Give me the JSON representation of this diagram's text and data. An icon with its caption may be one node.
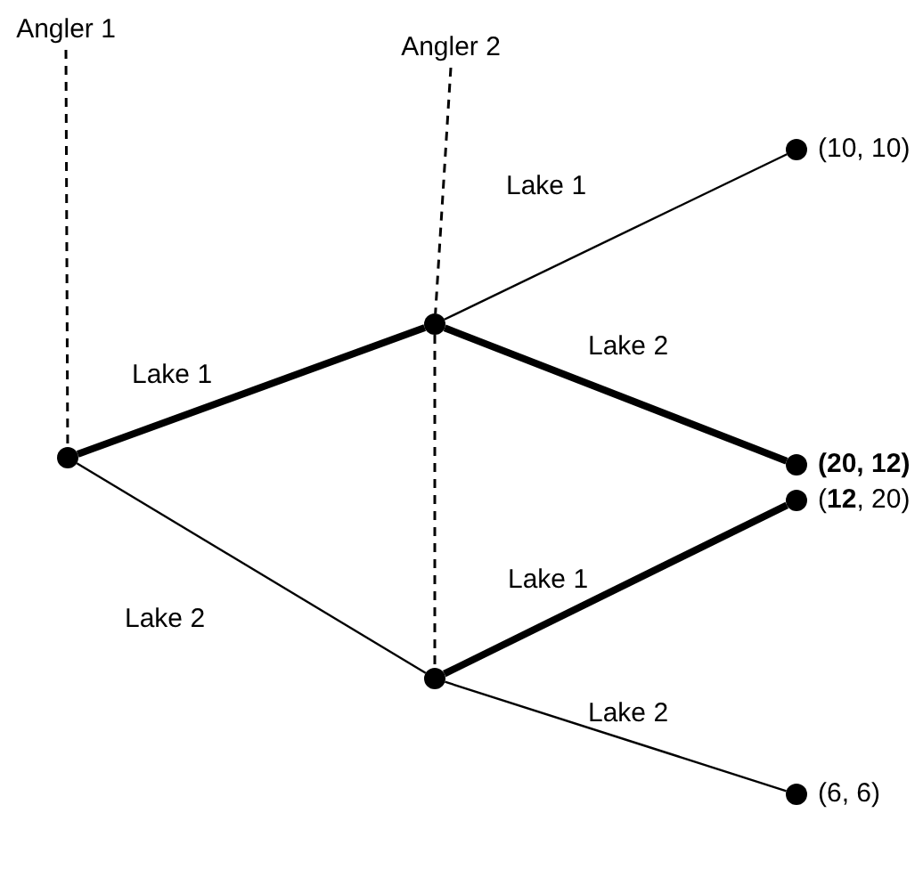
{
  "diagram": {
    "nodes": [
      {
        "text": [
          "Angler 1"
        ]
      },
      {
        "text": [
          "Angler 2"
        ]
      },
      {
        "text": [],
        "shape": "circle"
      },
      {
        "text": [],
        "shape": "circle"
      },
      {
        "text": [],
        "shape": "circle"
      },
      {
        "text": [],
        "shape": "circle",
        "beside": [
          "(10, 10)"
        ]
      },
      {
        "text": [],
        "shape": "circle",
        "beside": [
          "(20, 12)"
        ]
      },
      {
        "text": [],
        "shape": "circle",
        "beside": [
          "(**12**, 20)"
        ]
      },
      {
        "text": [],
        "shape": "circle",
        "beside": [
          "(6, 6)"
        ]
      }
    ],
    "edges": [
      {
        "from": 0,
        "to": 2,
        "arrow": "none",
        "style": "dashed"
      },
      {
        "from": 1,
        "to": 3,
        "arrow": "none",
        "style": "dashed"
      },
      {
        "from": 3,
        "to": 4,
        "arrow": "none",
        "style": "dashed"
      },
      {
        "from": 2,
        "to": 3,
        "arrow": "none",
        "label": "Lake 1",
        "style": "thick"
      },
      {
        "from": 2,
        "to": 4,
        "arrow": "none",
        "label": "Lake 2"
      },
      {
        "from": 3,
        "to": 5,
        "arrow": "none",
        "label": "Lake 1"
      },
      {
        "from": 3,
        "to": 6,
        "arrow": "none",
        "label": "Lake 2",
        "style": "thick"
      },
      {
        "from": 4,
        "to": 7,
        "arrow": "none",
        "label": "Lake 1",
        "style": "thick"
      },
      {
        "from": 4,
        "to": 8,
        "arrow": "none",
        "label": "Lake 2"
      }
    ]
  }
}
